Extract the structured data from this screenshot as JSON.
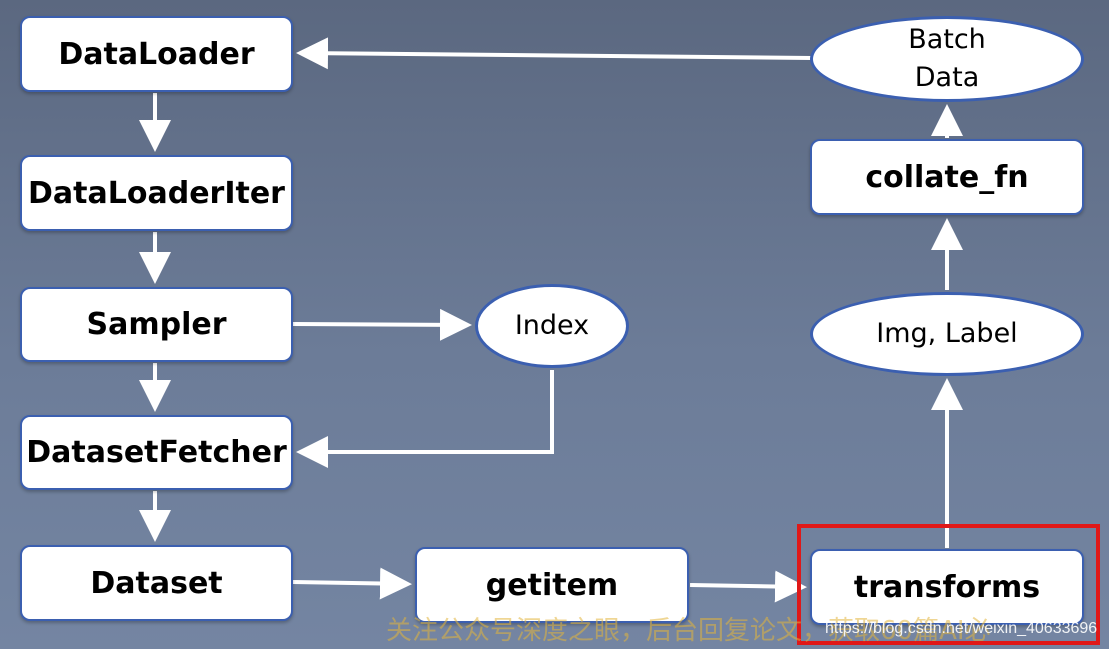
{
  "nodes": {
    "dataloader": "DataLoader",
    "dataloaderiter": "DataLoaderIter",
    "sampler": "Sampler",
    "datasetfetcher": "DatasetFetcher",
    "dataset": "Dataset",
    "index": "Index",
    "getitem": "getitem",
    "transforms": "transforms",
    "img_label": "Img, Label",
    "collate_fn": "collate_fn",
    "batch_data_line1": "Batch",
    "batch_data_line2": "Data"
  },
  "watermark": {
    "text": "关注公众号深度之眼，后台回复论文，获取60篇AI必",
    "url": "https://blog.csdn.net/weixin_40633696"
  },
  "colors": {
    "box_border": "#3b5fb0",
    "arrow": "#ffffff",
    "highlight": "#e01818"
  }
}
